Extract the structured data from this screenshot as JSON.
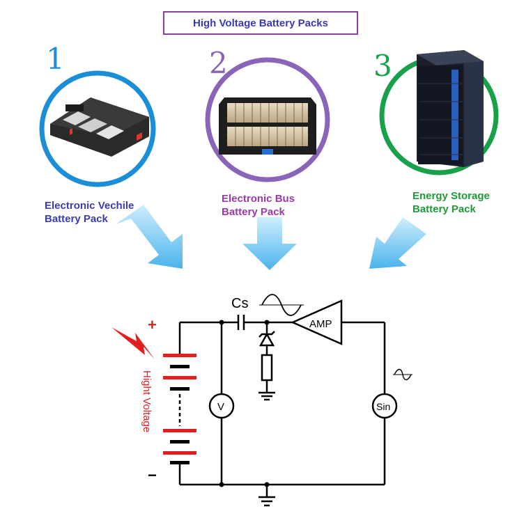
{
  "title": "High Voltage Battery Packs",
  "packs": [
    {
      "number": "1",
      "label_line1": "Electronic Vechile",
      "label_line2": "Battery Pack",
      "color": "#1a8ed6",
      "text_color": "#3b3bb3"
    },
    {
      "number": "2",
      "label_line1": "Electronic Bus",
      "label_line2": "Battery Pack",
      "color": "#8a64b8",
      "text_color": "#9b3aa6"
    },
    {
      "number": "3",
      "label_line1": "Energy Storage",
      "label_line2": "Battery Pack",
      "color": "#18a04a",
      "text_color": "#1f9a3a"
    }
  ],
  "arrow_color": "#6ec1ef",
  "circuit": {
    "capacitor_label": "Cs",
    "amp_label": "AMP",
    "voltmeter_label": "V",
    "sine_source_label": "Sin",
    "positive_label": "+",
    "negative_label": "−",
    "voltage_label": "Hight Voltage",
    "accent_color": "#e02020"
  }
}
